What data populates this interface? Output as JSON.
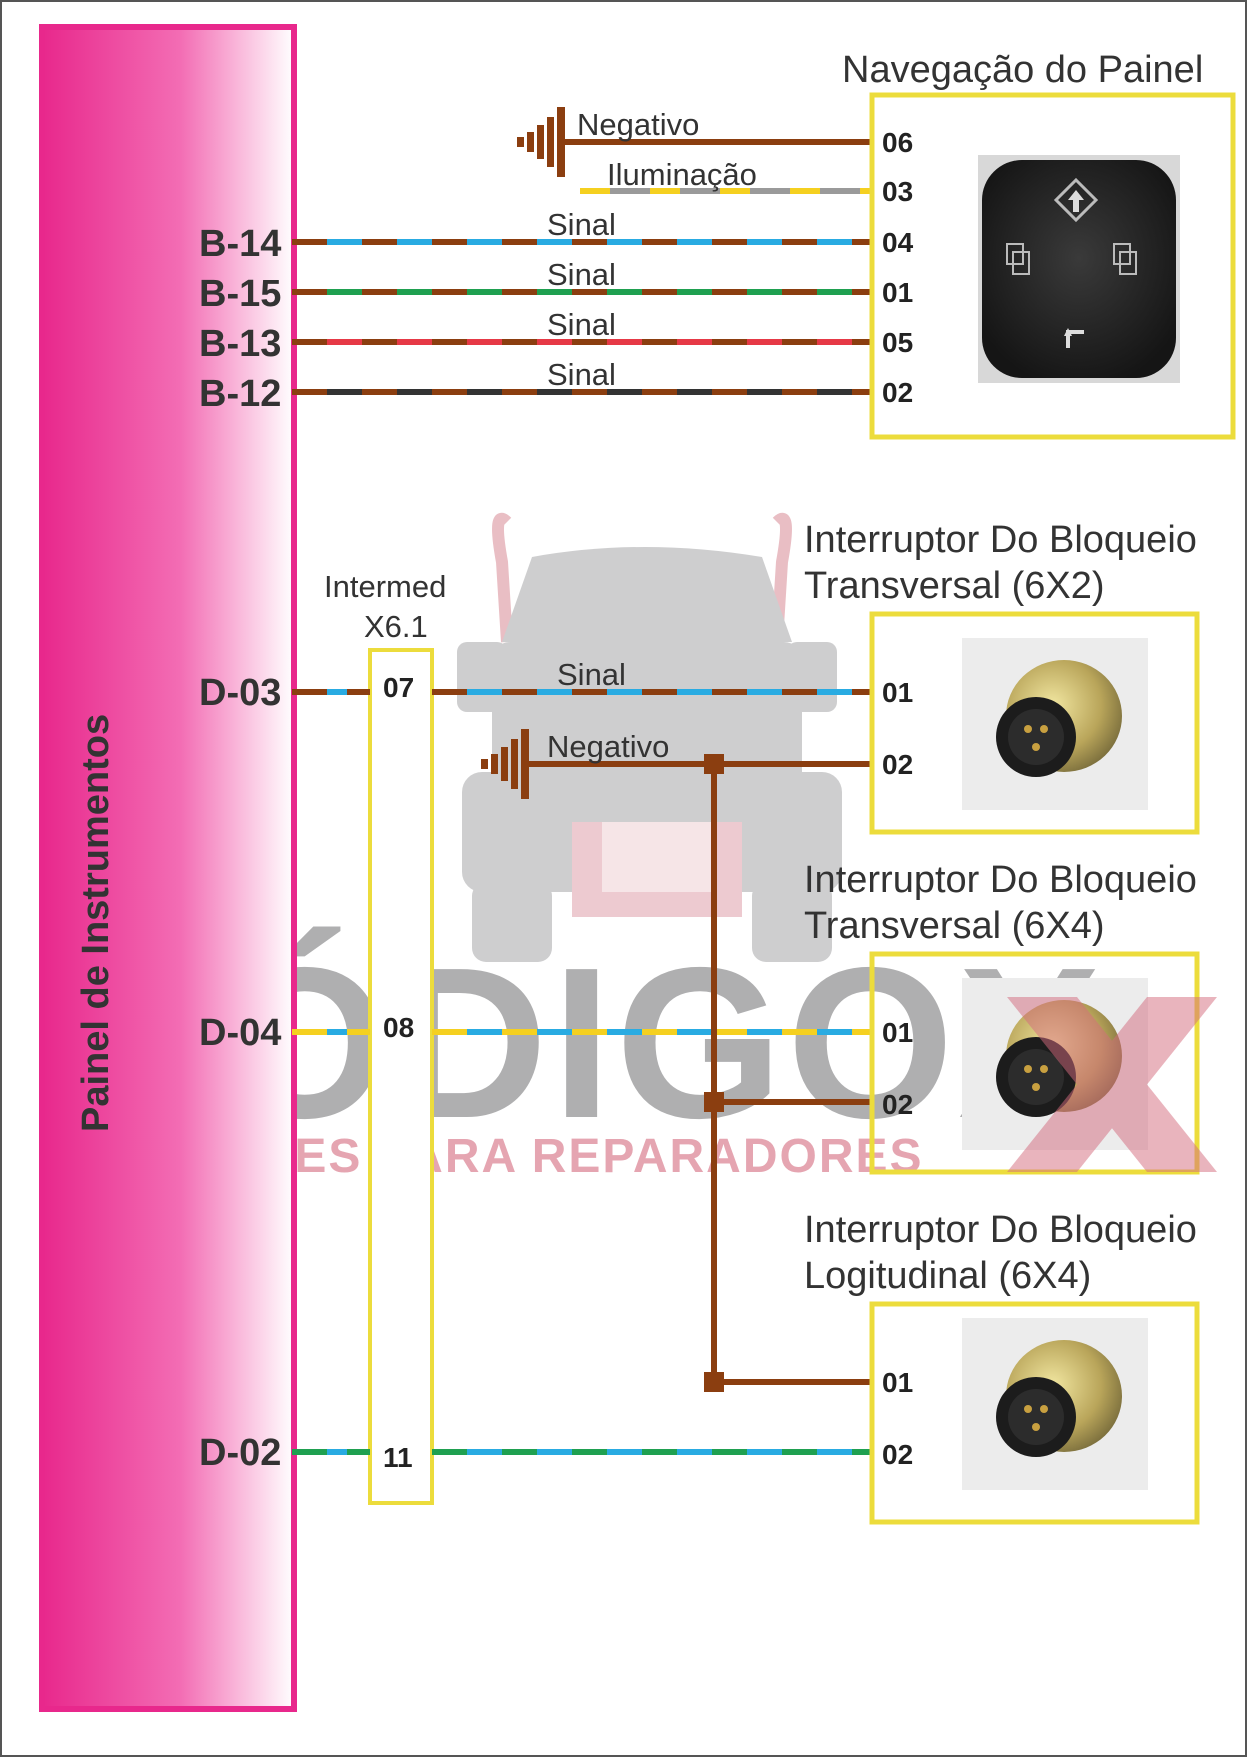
{
  "panel": {
    "title": "Painel de Instrumentos"
  },
  "navigation": {
    "title": "Navegação do Painel",
    "pins": [
      "06",
      "03",
      "04",
      "01",
      "05",
      "02"
    ],
    "ground_label": "Negativo",
    "illumination_label": "Iluminação",
    "signal_label": "Sinal",
    "codes": [
      "B-14",
      "B-15",
      "B-13",
      "B-12"
    ]
  },
  "intermediate": {
    "line1": "Intermed",
    "line2": "X6.1",
    "pins": [
      "07",
      "08",
      "11"
    ]
  },
  "d_codes": [
    "D-03",
    "D-04",
    "D-02"
  ],
  "wire_labels": {
    "signal": "Sinal",
    "ground": "Negativo"
  },
  "switches": [
    {
      "title_line1": "Interruptor Do Bloqueio",
      "title_line2": "Transversal (6X2)",
      "pins": [
        "01",
        "02"
      ]
    },
    {
      "title_line1": "Interruptor Do Bloqueio",
      "title_line2": "Transversal (6X4)",
      "pins": [
        "01",
        "02"
      ]
    },
    {
      "title_line1": "Interruptor Do Bloqueio",
      "title_line2": "Logitudinal (6X4)",
      "pins": [
        "01",
        "02"
      ]
    }
  ],
  "watermark": {
    "brand": "CÓDIGOX",
    "tagline": "SOLUÇÕES PARA REPARADORES"
  },
  "colors": {
    "panel_magenta": "#e8288c",
    "frame_yellow": "#ecdc3c",
    "wire_brown": "#8b3e10",
    "wire_blue": "#29abe2",
    "wire_green": "#1fa050",
    "wire_red": "#e63946",
    "wire_black": "#333333",
    "wire_yellow": "#f5d020",
    "wire_gray": "#9a9a9a"
  }
}
